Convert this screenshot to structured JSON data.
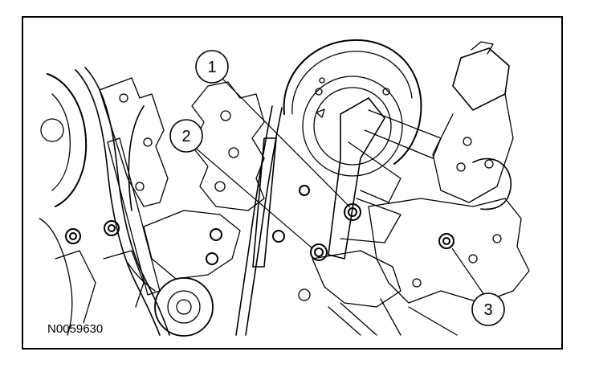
{
  "figure": {
    "id": "N0059630",
    "callouts": [
      {
        "label": "1"
      },
      {
        "label": "2"
      },
      {
        "label": "3"
      }
    ]
  },
  "colors": {
    "line": "#000000",
    "background": "#ffffff"
  }
}
